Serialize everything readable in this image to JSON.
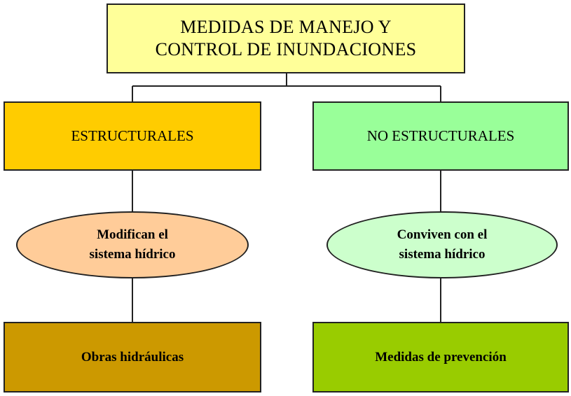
{
  "root": {
    "line1": "MEDIDAS DE MANEJO Y",
    "line2": "CONTROL DE INUNDACIONES",
    "color": "#FFFF99"
  },
  "left": {
    "category": "ESTRUCTURALES",
    "category_color": "#FFCC00",
    "ellipse_line1": "Modifican el",
    "ellipse_line2": "sistema hídrico",
    "ellipse_color": "#FFCC99",
    "result": "Obras hidráulicas",
    "result_color": "#CC9900"
  },
  "right": {
    "category": "NO ESTRUCTURALES",
    "category_color": "#99FF99",
    "ellipse_line1": "Conviven con el",
    "ellipse_line2": "sistema hídrico",
    "ellipse_color": "#CCFFCC",
    "result": "Medidas de prevención",
    "result_color": "#99CC00"
  }
}
